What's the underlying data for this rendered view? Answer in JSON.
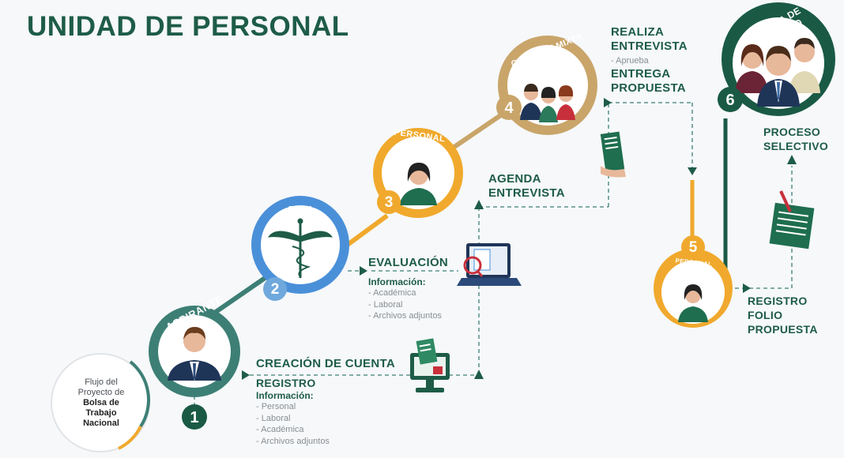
{
  "title": "UNIDAD DE PERSONAL",
  "intro": {
    "line1": "Flujo del",
    "line2": "Proyecto de",
    "line3": "Bolsa de",
    "line4": "Trabajo",
    "line5": "Nacional"
  },
  "nodes": [
    {
      "number": "1",
      "label": "ASPIRANTE"
    },
    {
      "number": "2",
      "label": "DPM"
    },
    {
      "number": "3",
      "label": "PERSONAL"
    },
    {
      "number": "4",
      "label": "COMISIÓN MIXTA"
    },
    {
      "number": "5",
      "label": "PERSONAL"
    },
    {
      "number": "6",
      "label": "FUERZA DE TRABAJO"
    }
  ],
  "steps": {
    "creacion": {
      "title": "CREACIÓN DE CUENTA",
      "subtitle": "REGISTRO",
      "info_label": "Información:",
      "items": [
        "- Personal",
        "- Laboral",
        "- Académica",
        "- Archivos adjuntos"
      ]
    },
    "evaluacion": {
      "title": "EVALUACIÓN",
      "info_label": "Información:",
      "items": [
        "- Académica",
        "- Laboral",
        "- Archivos adjuntos"
      ]
    },
    "agenda": {
      "line1": "AGENDA",
      "line2": "ENTREVISTA"
    },
    "realiza": {
      "line1": "REALIZA",
      "line2": "ENTREVISTA",
      "note": "- Aprueba",
      "line3": "ENTREGA",
      "line4": "PROPUESTA"
    },
    "registro": {
      "line1": "REGISTRO",
      "line2": "FOLIO",
      "line3": "PROPUESTA"
    },
    "proceso": {
      "line1": "PROCESO",
      "line2": "SELECTIVO"
    }
  },
  "colors": {
    "green_dark": "#1e5c47",
    "teal_ring": "#3d7f75",
    "blue_ring": "#4a90d9",
    "orange_ring": "#f0a92d",
    "tan_ring": "#c9a56a",
    "badge_green": "#1a5a45"
  }
}
